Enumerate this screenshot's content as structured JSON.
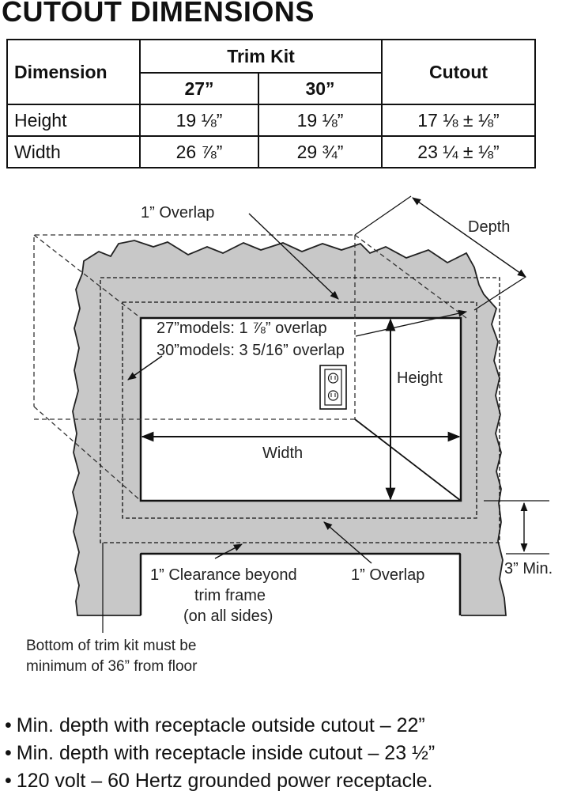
{
  "title": "CUTOUT DIMENSIONS",
  "table": {
    "col_dimension": "Dimension",
    "col_trim_kit": "Trim Kit",
    "col_cutout": "Cutout",
    "sub_27": "27”",
    "sub_30": "30”",
    "rows": [
      {
        "label": "Height",
        "v27": "19 ⅛”",
        "v30": "19 ⅛”",
        "cutout": "17 ⅛ ± ⅛”"
      },
      {
        "label": "Width",
        "v27": "26 ⅞”",
        "v30": "29 ¾”",
        "cutout": "23 ¼ ± ⅛”"
      }
    ]
  },
  "diagram": {
    "overlap_top": "1” Overlap",
    "depth": "Depth",
    "models_27": "27”models: 1 ⅞” overlap",
    "models_30": "30”models: 3 5/16” overlap",
    "height": "Height",
    "width": "Width",
    "clearance_1": "1” Clearance beyond",
    "clearance_2": "trim frame",
    "clearance_3": "(on all sides)",
    "overlap_bottom": "1” Overlap",
    "min_3": "3” Min.",
    "bottom_note_1": "Bottom of trim kit must be",
    "bottom_note_2": "minimum of 36” from floor"
  },
  "bullets": [
    "Min. depth with receptacle outside cutout – 22”",
    "Min. depth with receptacle inside cutout – 23 ½”",
    "120 volt – 60 Hertz grounded power receptacle."
  ]
}
